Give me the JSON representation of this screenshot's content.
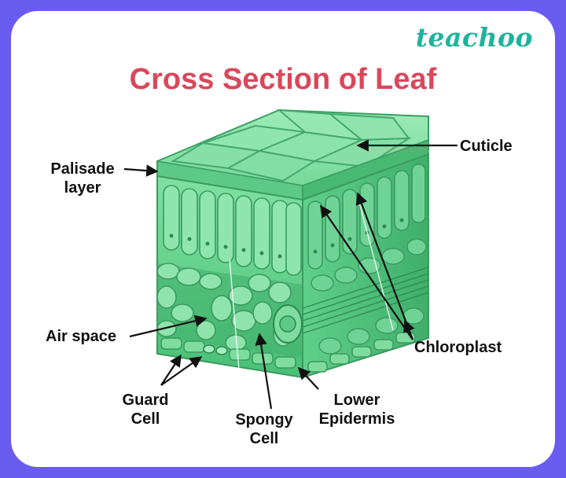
{
  "brand": "teachoo",
  "title": "Cross Section of Leaf",
  "labels": {
    "cuticle": "Cuticle",
    "palisade_line1": "Palisade",
    "palisade_line2": "layer",
    "air_space": "Air space",
    "chloroplast": "Chloroplast",
    "guard_line1": "Guard",
    "guard_line2": "Cell",
    "spongy_line1": "Spongy",
    "spongy_line2": "Cell",
    "lower_line1": "Lower",
    "lower_line2": "Epidermis"
  },
  "colors": {
    "frame": "#6a5cf0",
    "title": "#d9485b",
    "brand": "#1fb39c",
    "leaf_light": "#7ee0a0",
    "leaf_mid": "#4fc77d",
    "leaf_dark": "#2f9e5c"
  }
}
